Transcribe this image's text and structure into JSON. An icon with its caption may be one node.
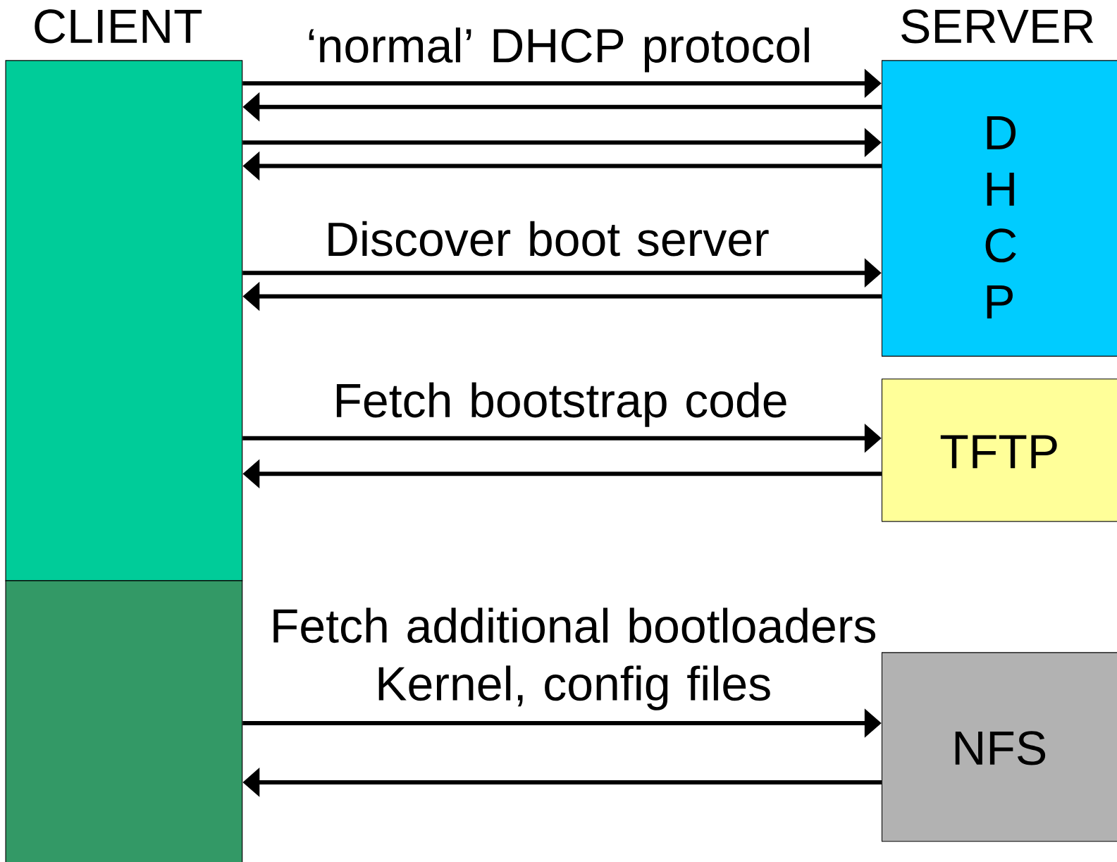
{
  "diagram": {
    "nodes": [
      {
        "text": [
          "CLIENT"
        ]
      },
      {
        "text": [],
        "shape": "box"
      },
      {
        "text": [
          "SERVER",
          "D H C P"
        ]
      },
      {
        "text": [
          "TFTP"
        ]
      },
      {
        "text": [
          "NFS"
        ]
      }
    ],
    "edges": [
      {
        "from": 0,
        "to": 2,
        "arrow": "to",
        "label": "‘normal’ DHCP protocol"
      },
      {
        "from": 2,
        "to": 0,
        "arrow": "to"
      },
      {
        "from": 0,
        "to": 2,
        "arrow": "to"
      },
      {
        "from": 2,
        "to": 0,
        "arrow": "to"
      },
      {
        "from": 0,
        "to": 2,
        "arrow": "to",
        "label": "Discover boot server"
      },
      {
        "from": 2,
        "to": 0,
        "arrow": "to"
      },
      {
        "from": 0,
        "to": 3,
        "arrow": "to",
        "label": "Fetch bootstrap code"
      },
      {
        "from": 3,
        "to": 0,
        "arrow": "to"
      },
      {
        "from": 1,
        "to": 4,
        "arrow": "to",
        "label": "Fetch additional bootloaders Kernel, config files"
      },
      {
        "from": 4,
        "to": 1,
        "arrow": "to"
      }
    ]
  }
}
